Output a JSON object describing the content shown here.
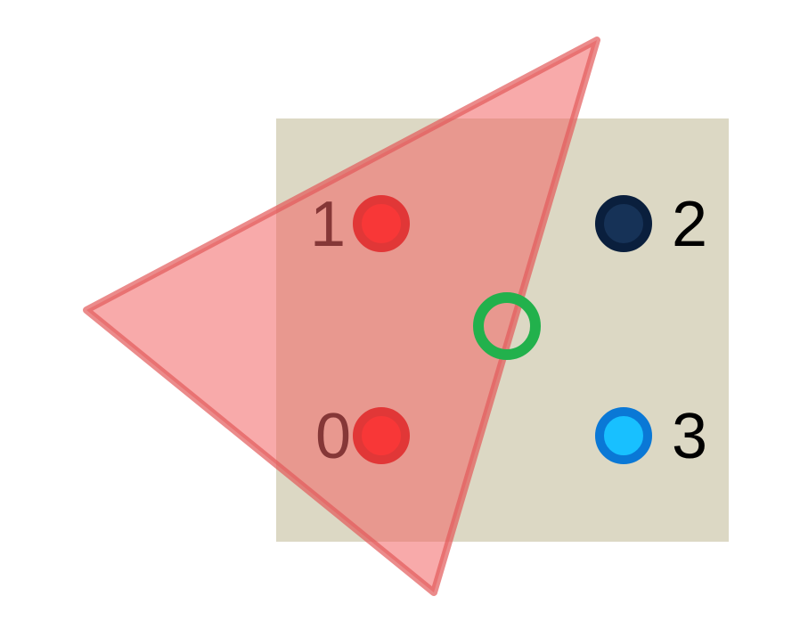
{
  "colors": {
    "background": "#ffffff",
    "rectangle_fill": "#dcd8c4",
    "triangle_fill": "#f26464",
    "triangle_stroke": "#e25a5a",
    "point_red_fill": "#ff0000",
    "point_red_stroke": "#cc0000",
    "point_navy_fill": "#163257",
    "point_navy_stroke": "#0a1f3d",
    "point_blue_fill": "#18c0ff",
    "point_blue_stroke": "#0a78d6",
    "centroid_ring": "#22b14c"
  },
  "points": [
    {
      "label": "0",
      "color_key": "red"
    },
    {
      "label": "1",
      "color_key": "red"
    },
    {
      "label": "2",
      "color_key": "navy"
    },
    {
      "label": "3",
      "color_key": "blue"
    }
  ],
  "icons": {
    "triangle": "triangle-shape",
    "rectangle": "rectangle-shape",
    "centroid": "ring-marker-icon"
  }
}
